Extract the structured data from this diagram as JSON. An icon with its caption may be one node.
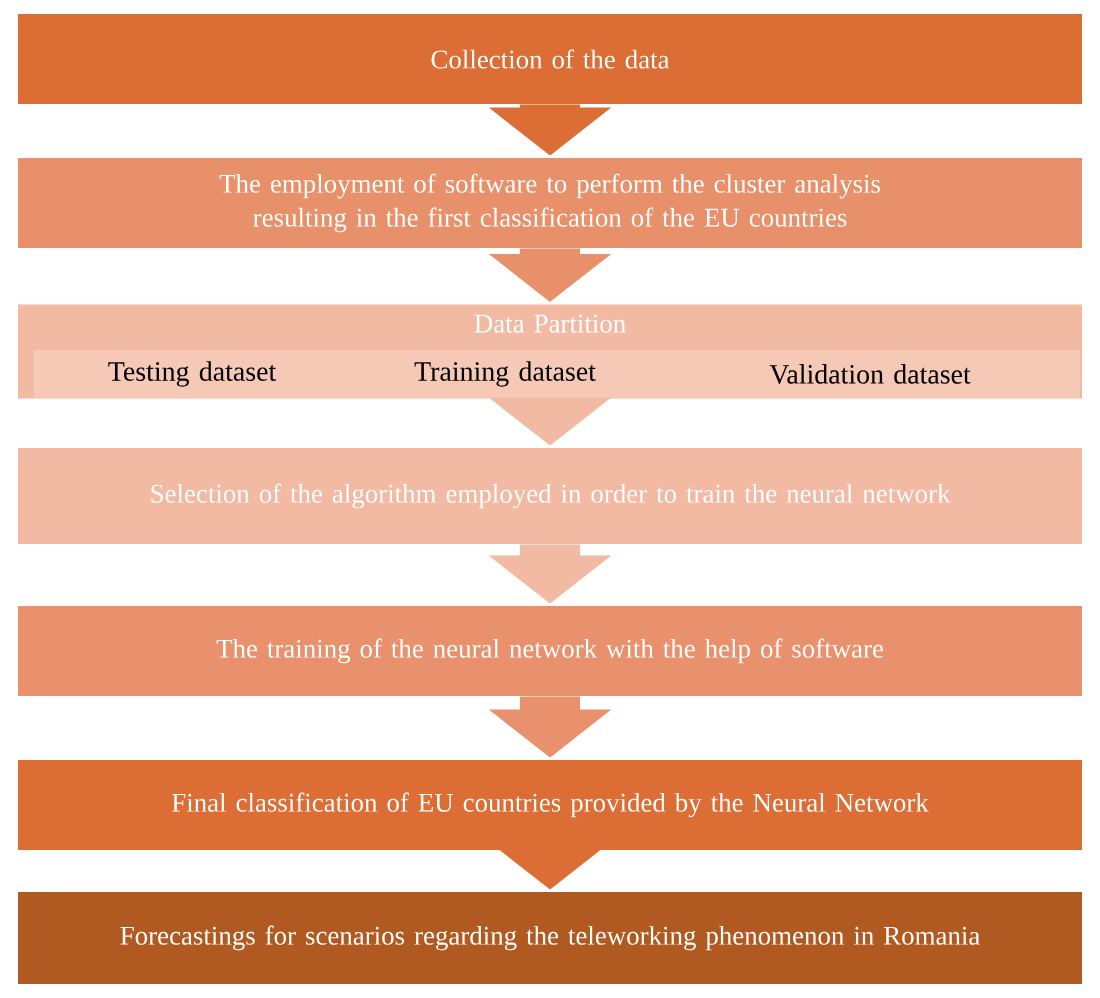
{
  "diagram": {
    "nodes": [
      {
        "text": [
          "Collection of the data"
        ]
      },
      {
        "text": [
          "The employment of software to perform the cluster analysis resulting in the first classification of the EU countries"
        ]
      },
      {
        "text": [
          "Data Partition"
        ]
      },
      {
        "text": [
          "Testing dataset"
        ],
        "in": 2
      },
      {
        "text": [
          "Training dataset"
        ],
        "in": 2
      },
      {
        "text": [
          "Validation dataset"
        ],
        "in": 2
      },
      {
        "text": [
          "Selection of the algorithm employed in order to train the neural network"
        ]
      },
      {
        "text": [
          "The training of the neural network with the help of software"
        ]
      },
      {
        "text": [
          "Final classification of EU countries provided by the Neural Network"
        ]
      },
      {
        "text": [
          "Forecastings for scenarios regarding the teleworking phenomenon in Romania"
        ]
      }
    ],
    "edges": [
      {
        "from": 0,
        "to": 1,
        "arrow": "to",
        "color": "#dc6d35"
      },
      {
        "from": 1,
        "to": 2,
        "arrow": "to",
        "color": "#e8906a"
      },
      {
        "from": 2,
        "to": 6,
        "arrow": "to",
        "color": "#f2b9a3"
      },
      {
        "from": 6,
        "to": 7,
        "arrow": "to",
        "color": "#f2b9a3"
      },
      {
        "from": 7,
        "to": 8,
        "arrow": "to",
        "color": "#e8916c"
      },
      {
        "from": 8,
        "to": 9,
        "arrow": "to",
        "color": "#dc6d35"
      }
    ]
  }
}
